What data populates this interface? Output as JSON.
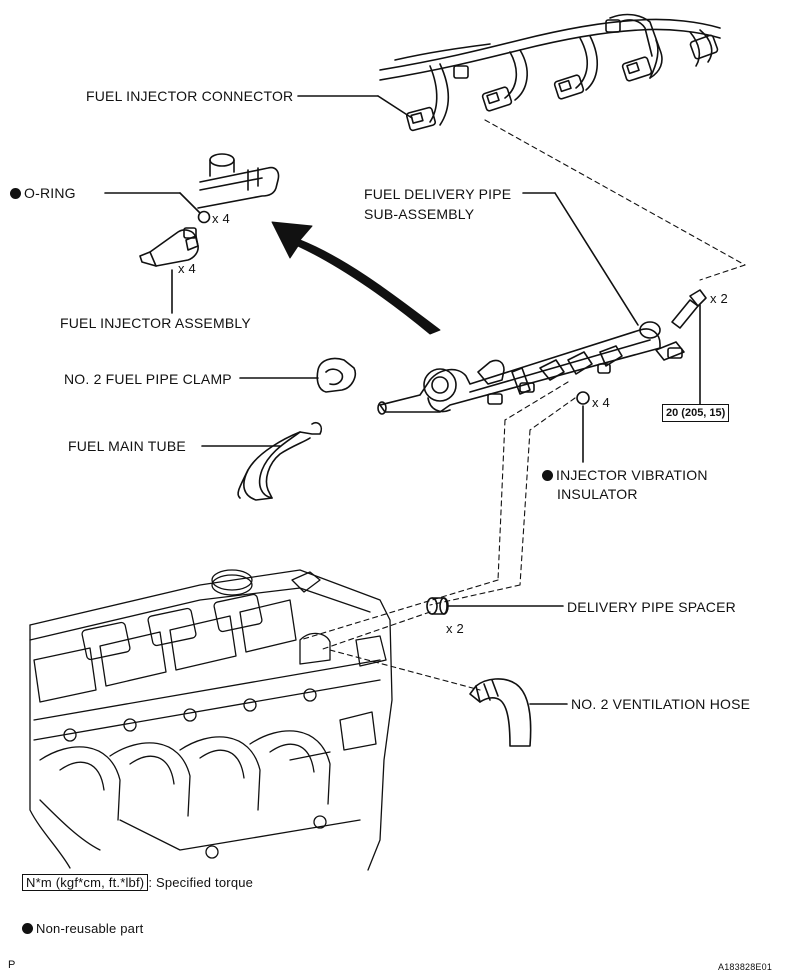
{
  "labels": {
    "fuel_injector_connector": "FUEL INJECTOR CONNECTOR",
    "o_ring": "O-RING",
    "o_ring_qty": "x 4",
    "injector_qty": "x 4",
    "fuel_injector_assembly": "FUEL INJECTOR ASSEMBLY",
    "fuel_delivery_pipe_line1": "FUEL DELIVERY PIPE",
    "fuel_delivery_pipe_line2": "SUB-ASSEMBLY",
    "bolt_qty": "x 2",
    "torque_value": "20 (205, 15)",
    "no2_fuel_pipe_clamp": "NO. 2 FUEL PIPE CLAMP",
    "insulator_qty": "x 4",
    "fuel_main_tube": "FUEL MAIN TUBE",
    "injector_vibration_line1": "INJECTOR VIBRATION",
    "injector_vibration_line2": "INSULATOR",
    "delivery_pipe_spacer": "DELIVERY PIPE SPACER",
    "spacer_qty": "x 2",
    "no2_ventilation_hose": "NO. 2 VENTILATION HOSE"
  },
  "legend": {
    "torque_unit": "N*m (kgf*cm, ft.*lbf)",
    "torque_desc": ": Specified torque",
    "non_reusable": "Non-reusable part"
  },
  "footer": {
    "left_code": "P",
    "figure_id": "A183828E01"
  },
  "colors": {
    "ink": "#111111",
    "background": "#ffffff"
  }
}
